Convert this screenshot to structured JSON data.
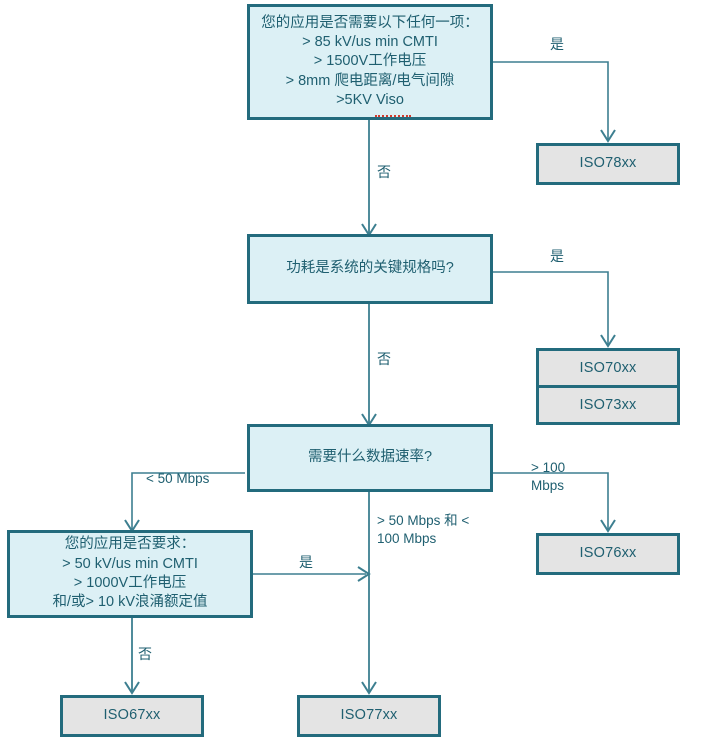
{
  "diagram": {
    "title": "Isolator selection flowchart",
    "colors": {
      "border": "#236b7d",
      "decision_fill": "#dcf0f5",
      "terminal_fill": "#e4e4e4",
      "text": "#1f5f70",
      "connector": "#3d7f90",
      "spellcheck_underline": "#d23b2e",
      "page_background": "#ffffff"
    },
    "nodes": {
      "q1": {
        "type": "decision",
        "lines": [
          "您的应用是否需要以下任何一项：",
          "> 85 kV/us min CMTI",
          "> 1500V工作电压",
          "> 8mm 爬电距离/电气间隙",
          ">5KV Viso"
        ]
      },
      "q2": {
        "type": "decision",
        "lines": [
          "功耗是系统的关键规格吗?"
        ]
      },
      "q3": {
        "type": "decision",
        "lines": [
          "需要什么数据速率?"
        ]
      },
      "q4": {
        "type": "decision",
        "lines": [
          "您的应用是否要求：",
          "> 50 kV/us min CMTI",
          "> 1000V工作电压",
          "和/或> 10 kV浪涌额定值"
        ]
      },
      "iso78": {
        "type": "terminal",
        "label": "ISO78xx"
      },
      "iso70": {
        "type": "terminal",
        "label": "ISO70xx"
      },
      "iso73": {
        "type": "terminal",
        "label": "ISO73xx"
      },
      "iso76": {
        "type": "terminal",
        "label": "ISO76xx"
      },
      "iso67": {
        "type": "terminal",
        "label": "ISO67xx"
      },
      "iso77": {
        "type": "terminal",
        "label": "ISO77xx"
      }
    },
    "edge_labels": {
      "q1_yes": "是",
      "q1_no": "否",
      "q2_yes": "是",
      "q2_no": "否",
      "q3_low": "< 50 Mbps",
      "q3_mid": "> 50 Mbps 和 <\n100 Mbps",
      "q3_high": "> 100\nMbps",
      "q4_yes": "是",
      "q4_no": "否"
    },
    "edges": [
      {
        "from": "q1",
        "to": "iso78",
        "label": "是"
      },
      {
        "from": "q1",
        "to": "q2",
        "label": "否"
      },
      {
        "from": "q2",
        "to": "iso70",
        "label": "是"
      },
      {
        "from": "q2",
        "to": "q3",
        "label": "否"
      },
      {
        "from": "q3",
        "to": "q4",
        "label": "< 50 Mbps"
      },
      {
        "from": "q3",
        "to": "iso77",
        "label": "> 50 Mbps 和 < 100 Mbps"
      },
      {
        "from": "q3",
        "to": "iso76",
        "label": "> 100 Mbps"
      },
      {
        "from": "q4",
        "to": "iso77",
        "label": "是"
      },
      {
        "from": "q4",
        "to": "iso67",
        "label": "否"
      }
    ]
  }
}
